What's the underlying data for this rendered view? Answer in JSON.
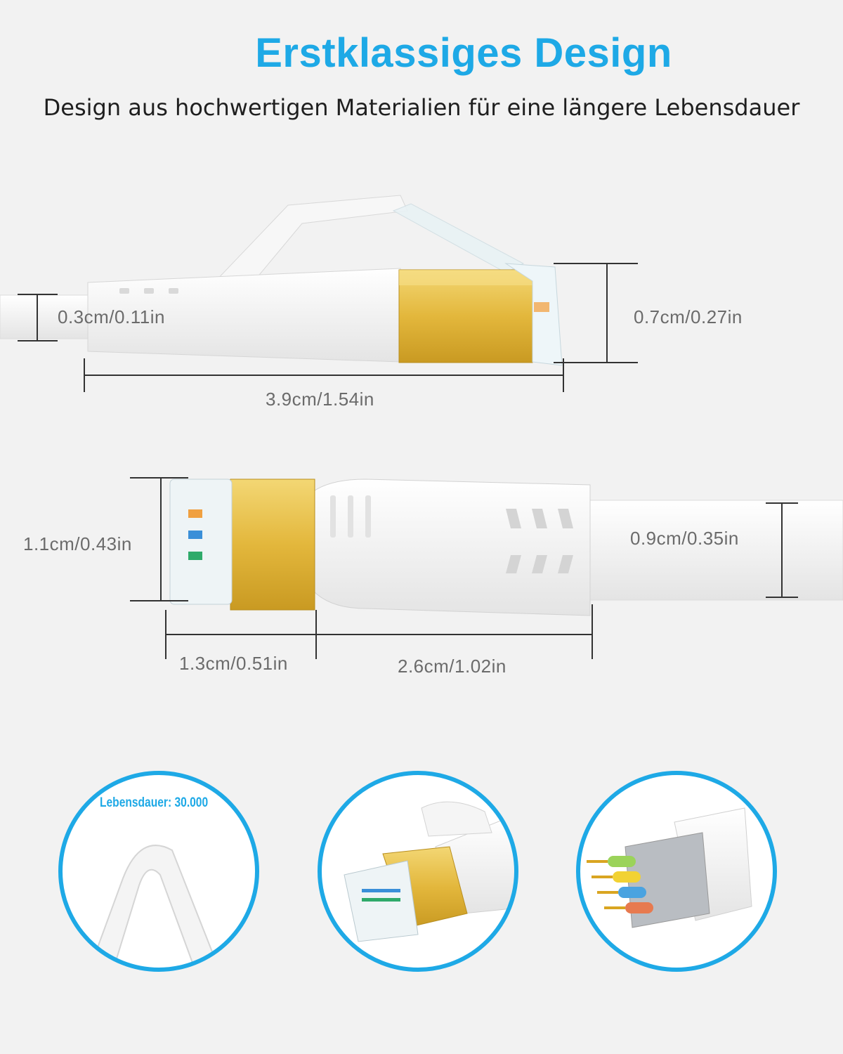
{
  "header": {
    "title": "Erstklassiges Design",
    "subtitle": "Design aus hochwertigen Materialien für eine längere Lebensdauer"
  },
  "top_view": {
    "cable_height": "0.3cm/0.11in",
    "plug_height": "0.7cm/0.27in",
    "total_length": "3.9cm/1.54in"
  },
  "side_view": {
    "plug_height": "1.1cm/0.43in",
    "cable_width": "0.9cm/0.35in",
    "plug_length": "1.3cm/0.51in",
    "boot_length": "2.6cm/1.02in"
  },
  "features": {
    "lifespan_label": "Lebensdauer: 30.000"
  },
  "colors": {
    "accent": "#1ea9e6",
    "gold": "#e8c24a",
    "cable_white": "#ffffff",
    "text_dark": "#1f1f1f",
    "dimension_text": "#6b6b6b"
  }
}
